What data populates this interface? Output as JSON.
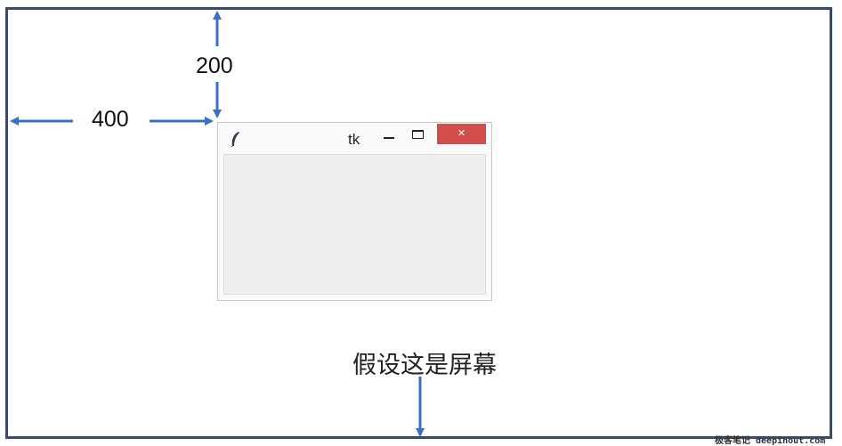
{
  "diagram": {
    "offset_y_label": "200",
    "offset_x_label": "400",
    "screen_label": "假设这是屏幕",
    "arrow_color": "#3a6fc4",
    "screen_border_color": "#3b4a66"
  },
  "tk_window": {
    "title": "tk",
    "close_glyph": "×",
    "close_color": "#d24d4b",
    "icons": [
      "feather-icon",
      "minimize-icon",
      "maximize-icon",
      "close-icon"
    ]
  },
  "watermark": {
    "text": "极客笔记 deepinout.com"
  }
}
